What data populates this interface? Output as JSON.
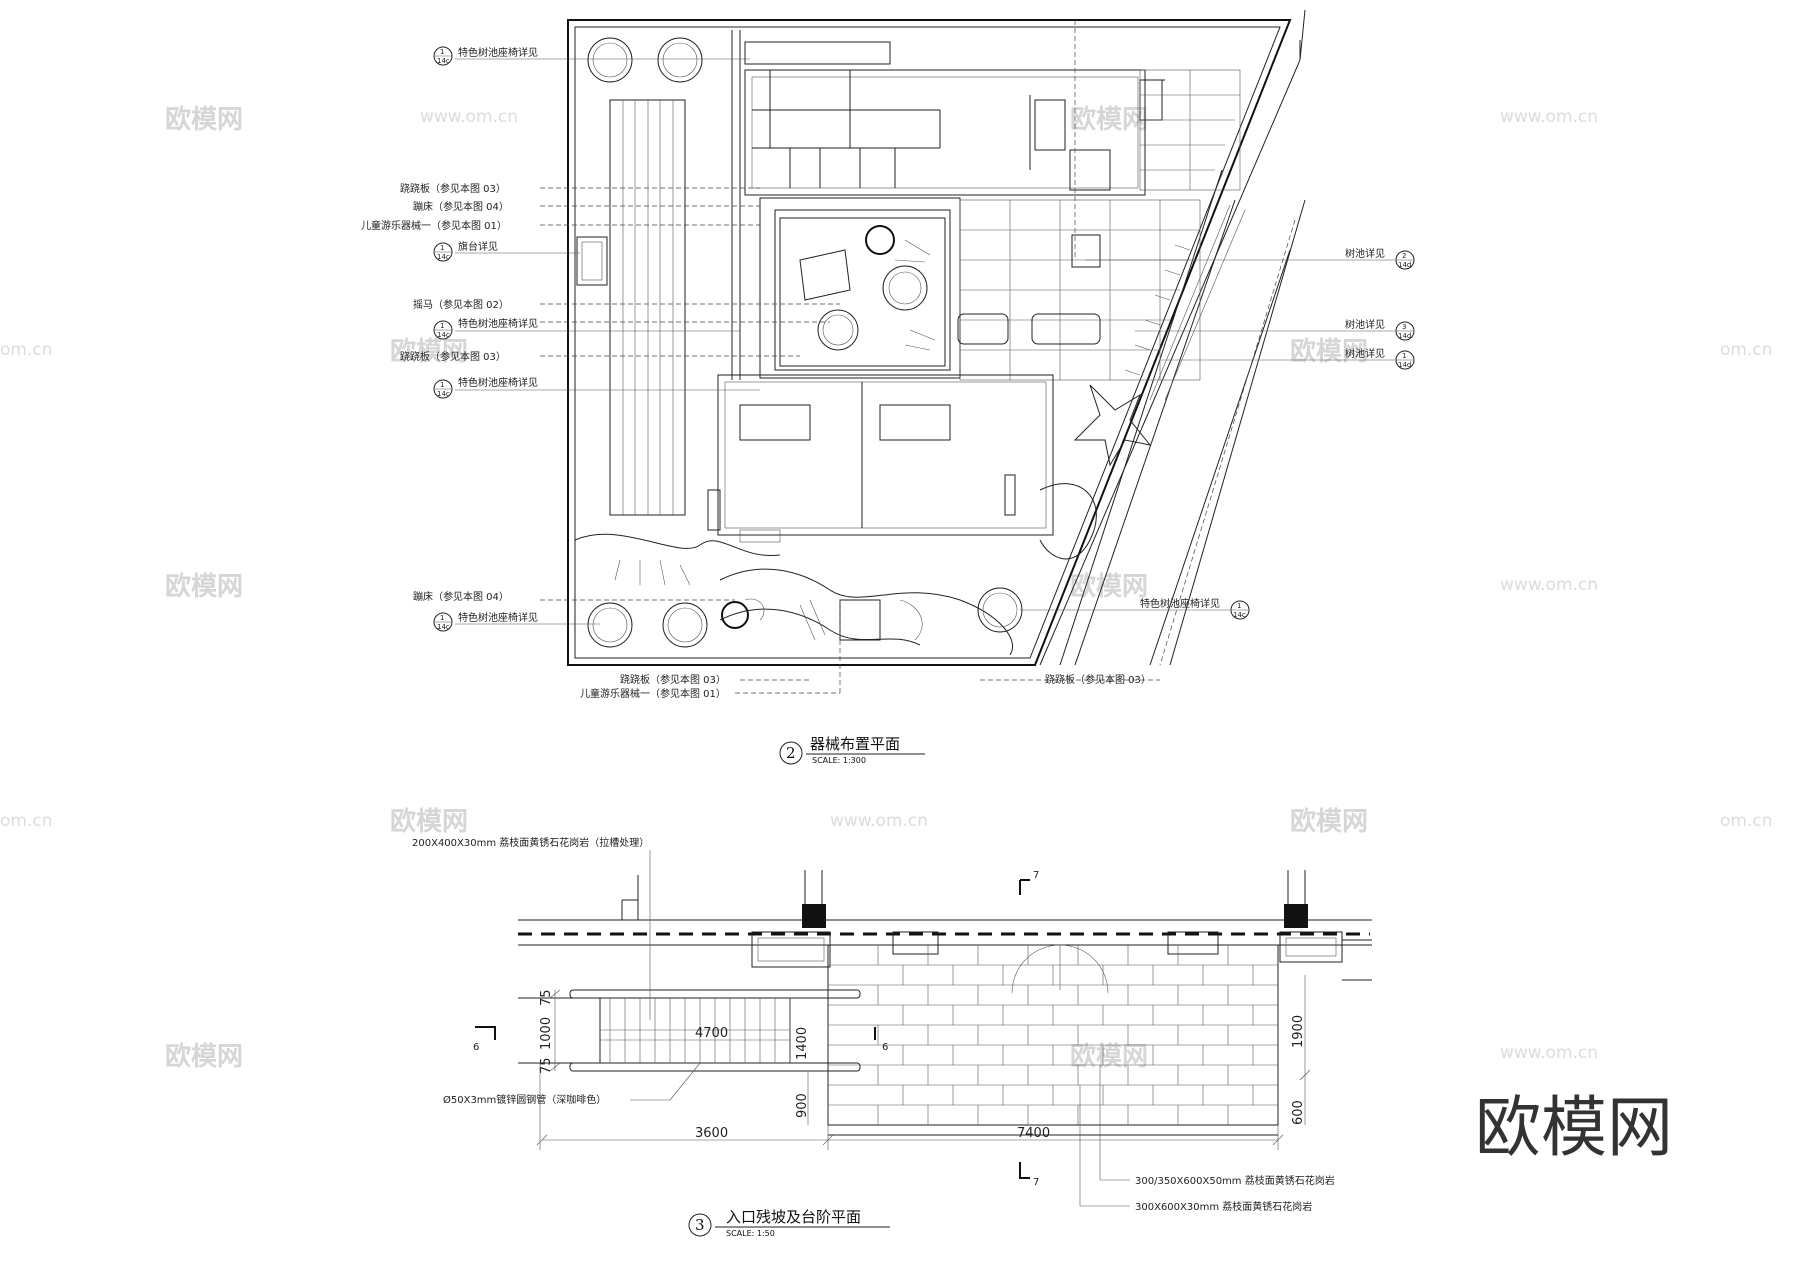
{
  "plan": {
    "title": "器械布置平面",
    "index": "2",
    "scale": "SCALE:   1:300",
    "callouts_left": [
      {
        "text": "特色树池座椅详见",
        "bubble": [
          "1",
          "14c"
        ]
      },
      {
        "text": "跷跷板（参见本图 03）"
      },
      {
        "text": "蹦床（参见本图 04）"
      },
      {
        "text": "儿童游乐器械一（参见本图 01）"
      },
      {
        "text": "旗台详见",
        "bubble": [
          "1",
          "14c"
        ]
      },
      {
        "text": "摇马（参见本图 02）"
      },
      {
        "text": "特色树池座椅详见",
        "bubble": [
          "1",
          "14c"
        ]
      },
      {
        "text": "跷跷板（参见本图 03）"
      },
      {
        "text": "特色树池座椅详见",
        "bubble": [
          "1",
          "14c"
        ]
      },
      {
        "text": "蹦床（参见本图 04）"
      },
      {
        "text": "特色树池座椅详见",
        "bubble": [
          "1",
          "14c"
        ]
      }
    ],
    "callouts_right": [
      {
        "text": "树池详见",
        "bubble": [
          "2",
          "14d"
        ]
      },
      {
        "text": "树池详见",
        "bubble": [
          "3",
          "14d"
        ]
      },
      {
        "text": "树池详见",
        "bubble": [
          "1",
          "14d"
        ]
      },
      {
        "text": "特色树池座椅详见",
        "bubble": [
          "1",
          "14c"
        ]
      }
    ],
    "callouts_bottom": [
      {
        "text": "跷跷板（参见本图 03）"
      },
      {
        "text": "儿童游乐器械一（参见本图 01）"
      },
      {
        "text": "跷跷板（参见本图 03）"
      }
    ]
  },
  "ramp": {
    "title": "入口残坡及台阶平面",
    "index": "3",
    "scale": "SCALE:   1:50",
    "note_top": "200X400X30mm 荔枝面黄锈石花岗岩（拉槽处理）",
    "note_pipe": "Ø50X3mm镀锌圆钢管（深咖啡色）",
    "note_paving1": "300/350X600X50mm 荔枝面黄锈石花岗岩",
    "note_paving2": "300X600X30mm 荔枝面黄锈石花岗岩",
    "dims": {
      "d75a": "75",
      "d1000": "1000",
      "d75b": "75",
      "d1400": "1400",
      "d4700": "4700",
      "d900": "900",
      "d3600": "3600",
      "d7400": "7400",
      "d1900": "1900",
      "d600": "600"
    },
    "section_marks": {
      "left": "6",
      "right": "6",
      "top": "7",
      "bottom": "7"
    }
  },
  "watermark": {
    "brand": "欧模网",
    "url": "www.om.cn",
    "url_alt": "om.cn"
  }
}
